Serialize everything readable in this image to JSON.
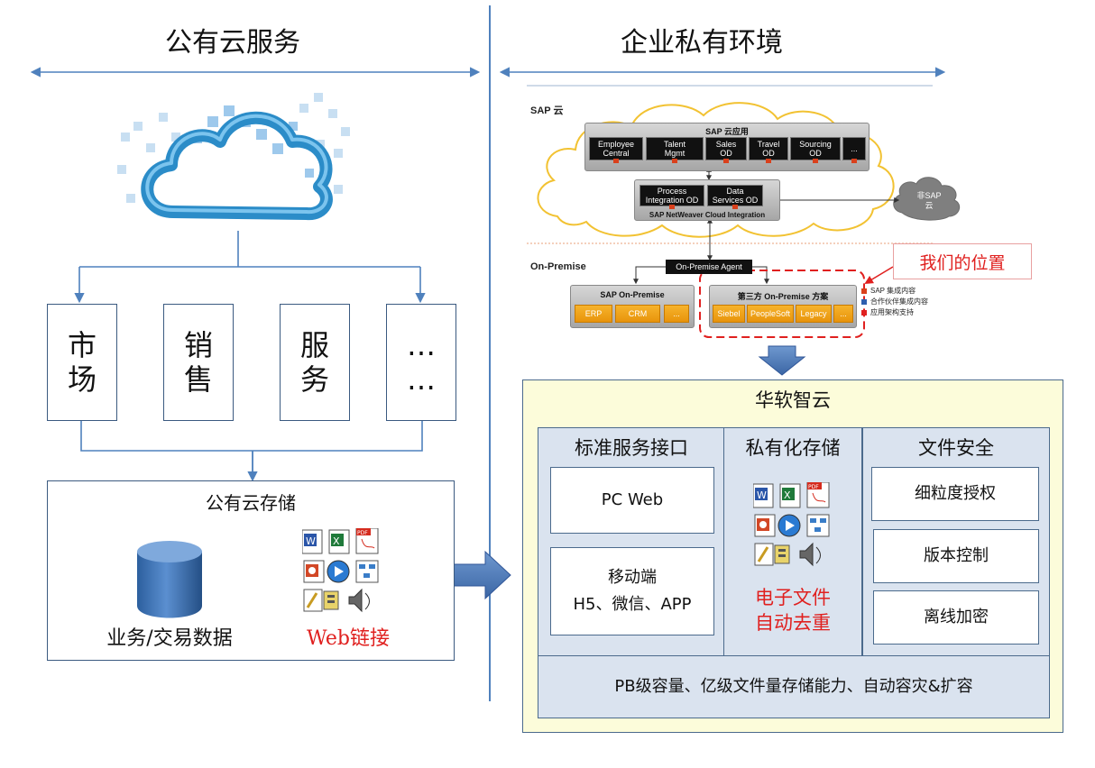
{
  "left": {
    "heading": "公有云服务",
    "categories": [
      {
        "label": "市\n场"
      },
      {
        "label": "销\n售"
      },
      {
        "label": "服\n务"
      },
      {
        "label": "…\n…"
      }
    ],
    "storage": {
      "title": "公有云存储",
      "database_label": "业务/交易数据",
      "web_label": "Web链接"
    }
  },
  "right": {
    "heading": "企业私有环境",
    "sap": {
      "cloud_label": "SAP 云",
      "cloud_apps_title": "SAP 云应用",
      "apps": [
        "Employee\nCentral",
        "Talent\nMgmt",
        "Sales\nOD",
        "Travel\nOD",
        "Sourcing\nOD",
        "..."
      ],
      "integration_boxes": [
        "Process\nIntegration OD",
        "Data\nServices OD"
      ],
      "integration_title": "SAP NetWeaver Cloud Integration",
      "non_sap_cloud": "非SAP\n云",
      "on_premise_label": "On-Premise",
      "agent_label": "On-Premise Agent",
      "sap_on_premise_title": "SAP On-Premise",
      "sap_on_premise_items": [
        "ERP",
        "CRM",
        "..."
      ],
      "third_party_title": "第三方 On-Premise 方案",
      "third_party_items": [
        "Siebel",
        "PeopleSoft",
        "Legacy",
        "..."
      ],
      "legend": [
        "SAP 集成内容",
        "合作伙伴集成内容",
        "应用架构支持"
      ],
      "callout": "我们的位置"
    },
    "huaruan": {
      "title": "华软智云",
      "columns": {
        "standard": {
          "title": "标准服务接口",
          "box1": "PC Web",
          "box2_line1": "移动端",
          "box2_line2": "H5、微信、APP"
        },
        "private": {
          "title": "私有化存储",
          "red_line1": "电子文件",
          "red_line2": "自动去重"
        },
        "security": {
          "title": "文件安全",
          "items": [
            "细粒度授权",
            "版本控制",
            "离线加密"
          ]
        }
      },
      "footer": "PB级容量、亿级文件量存储能力、自动容灾&扩容"
    }
  },
  "colors": {
    "arrow": "#4f81bd",
    "border": "#3b5a80",
    "red": "#e0201f",
    "yellow_panel": "#fcfcda",
    "blue_panel": "#dae3ef"
  },
  "icons": [
    "cloud-icon",
    "database-icon",
    "word-icon",
    "excel-icon",
    "pdf-icon",
    "ppt-icon",
    "media-icon",
    "diagram-icon",
    "edit-icon",
    "archive-icon",
    "audio-icon"
  ]
}
